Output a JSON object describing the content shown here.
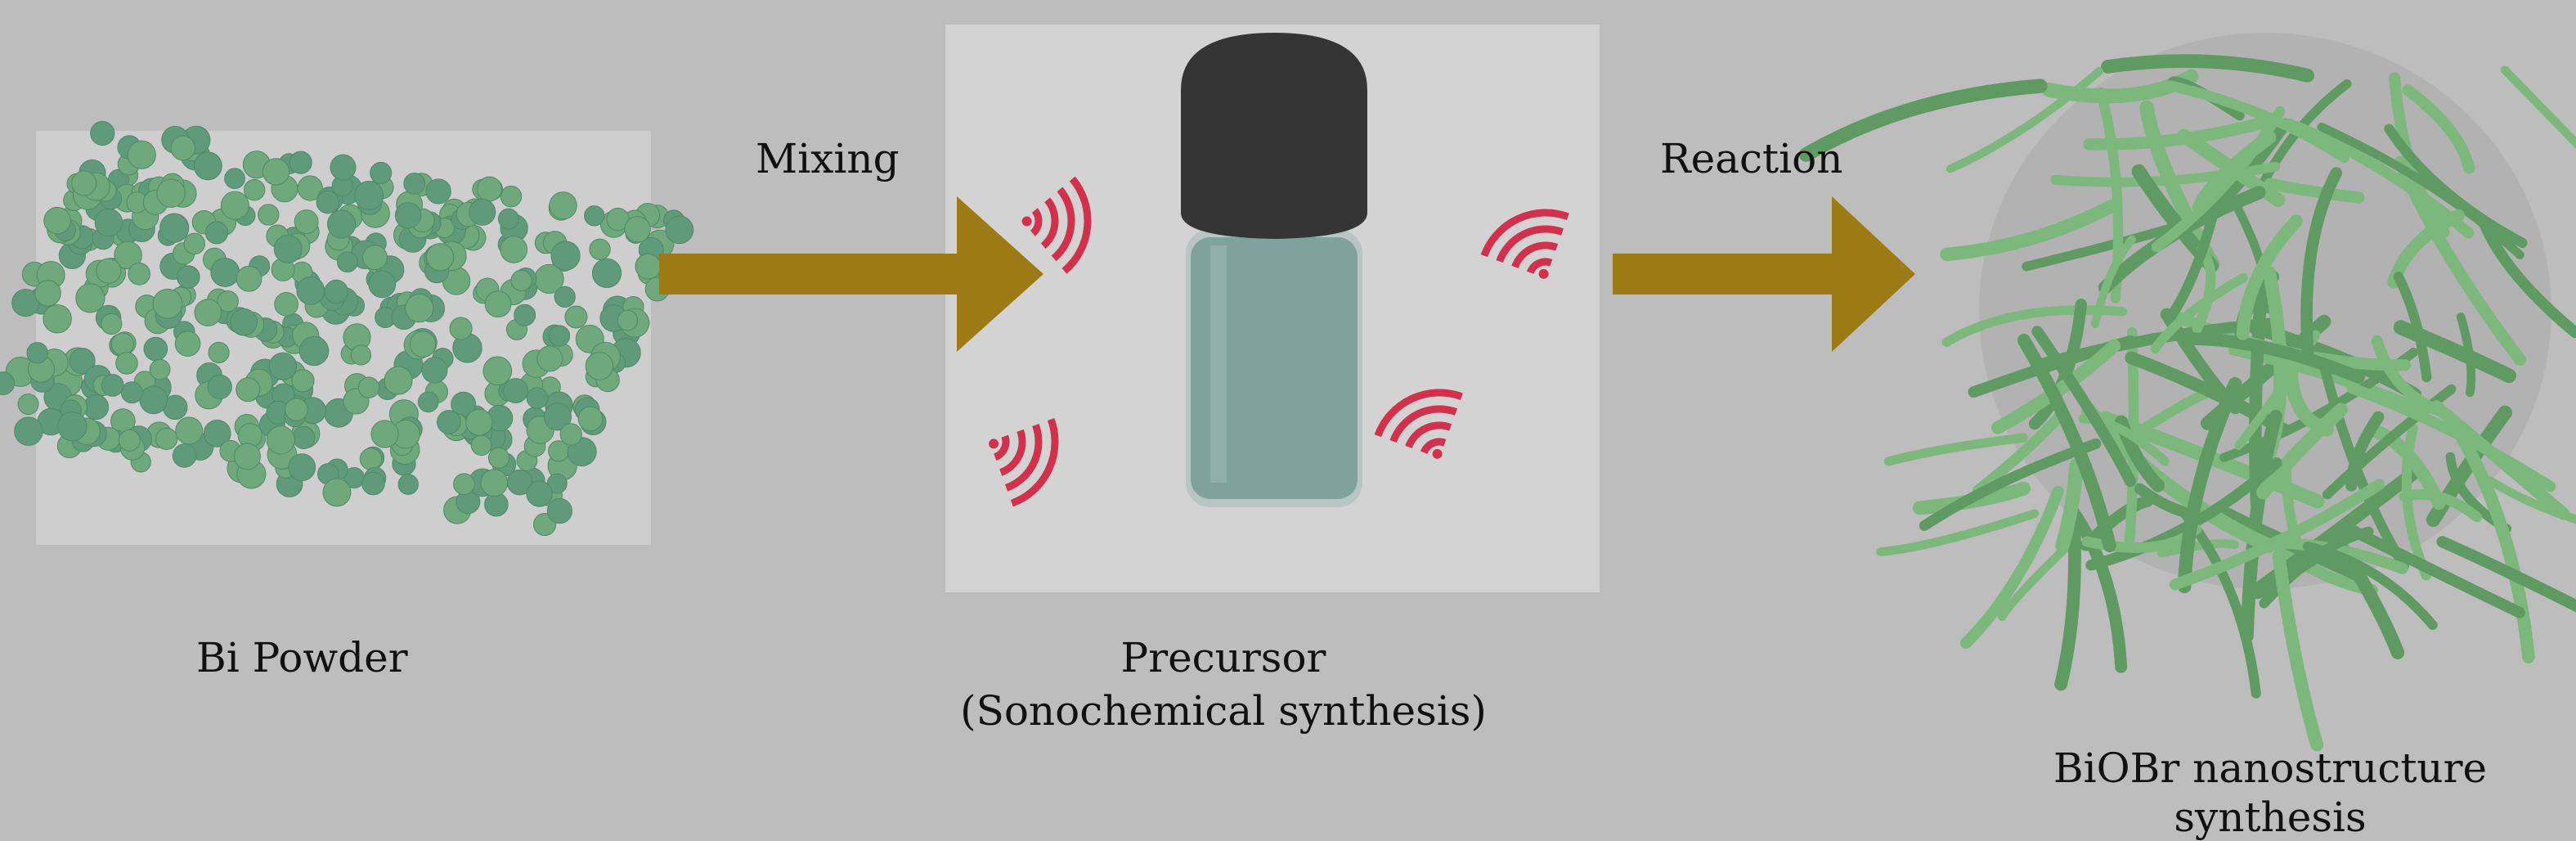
{
  "steps": {
    "mixing": "Mixing",
    "reaction": "Reaction"
  },
  "stages": {
    "bi_powder": "Bi Powder",
    "precursor": "Precursor",
    "precursor_sub": "(Sonochemical synthesis)",
    "product_line1": "BiOBr nanostructure",
    "product_line2": "synthesis"
  },
  "colors": {
    "background": "#bdbdbd",
    "arrow": "#9c7a14",
    "powder": "#6fa87a",
    "vial_cap": "#353535",
    "vial_liquid": "#7fa39a",
    "wave": "#d3304b",
    "nanostructure": "#7cb77c"
  }
}
